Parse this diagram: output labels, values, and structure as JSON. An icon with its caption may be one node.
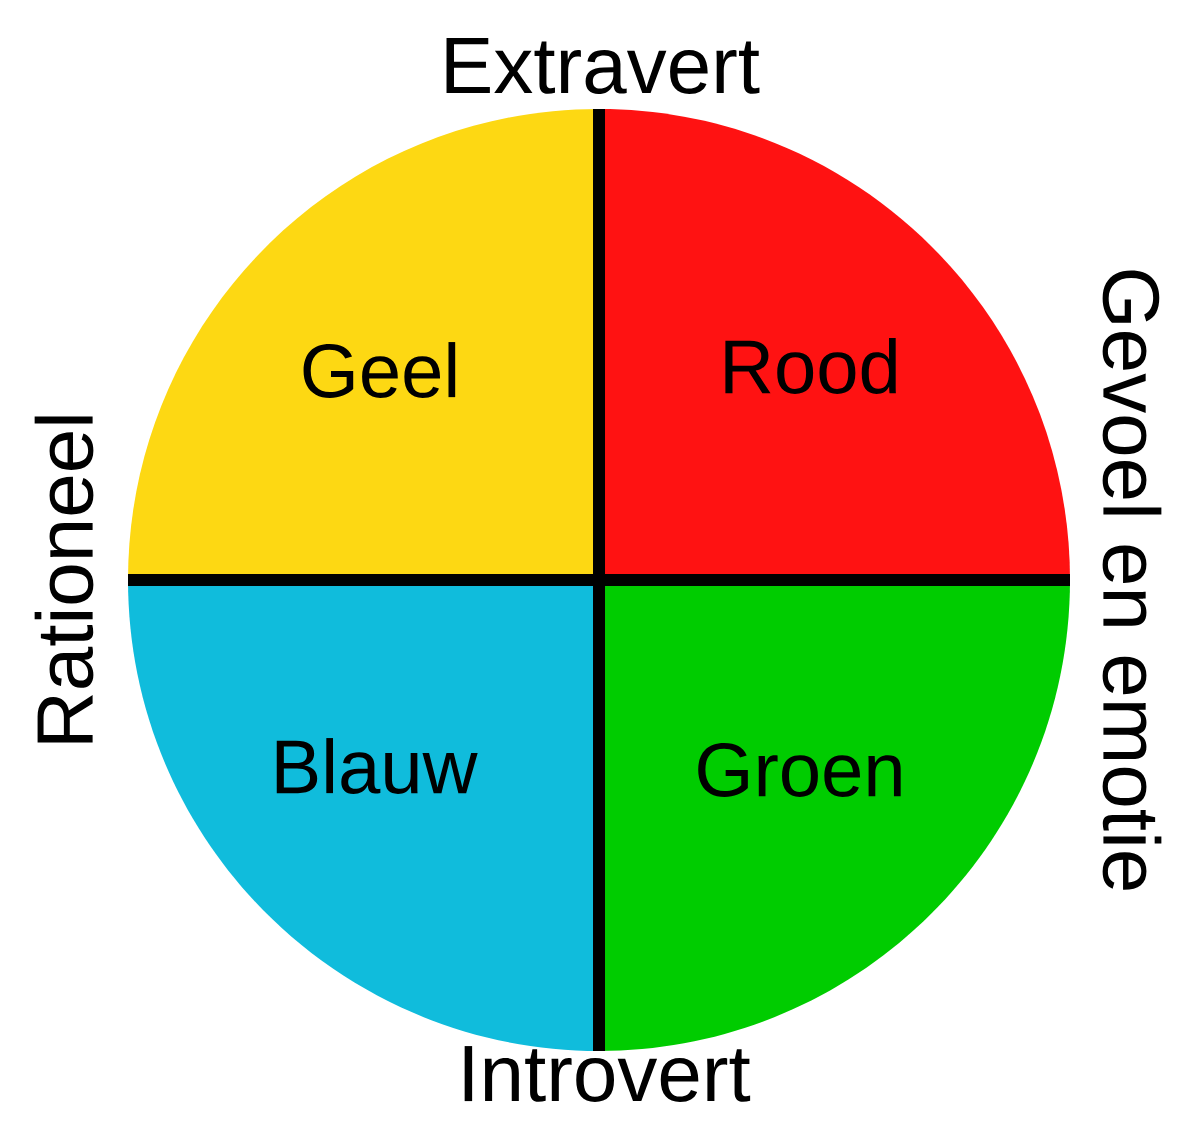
{
  "diagram": {
    "nodes": [
      {
        "text": [
          "Geel"
        ]
      },
      {
        "text": [
          "Rood"
        ]
      },
      {
        "text": [
          "Blauw"
        ]
      },
      {
        "text": [
          "Groen"
        ]
      }
    ],
    "labels": [
      "Extravert",
      "Rationeel",
      "Gevoel en emotie",
      "Introvert"
    ]
  }
}
